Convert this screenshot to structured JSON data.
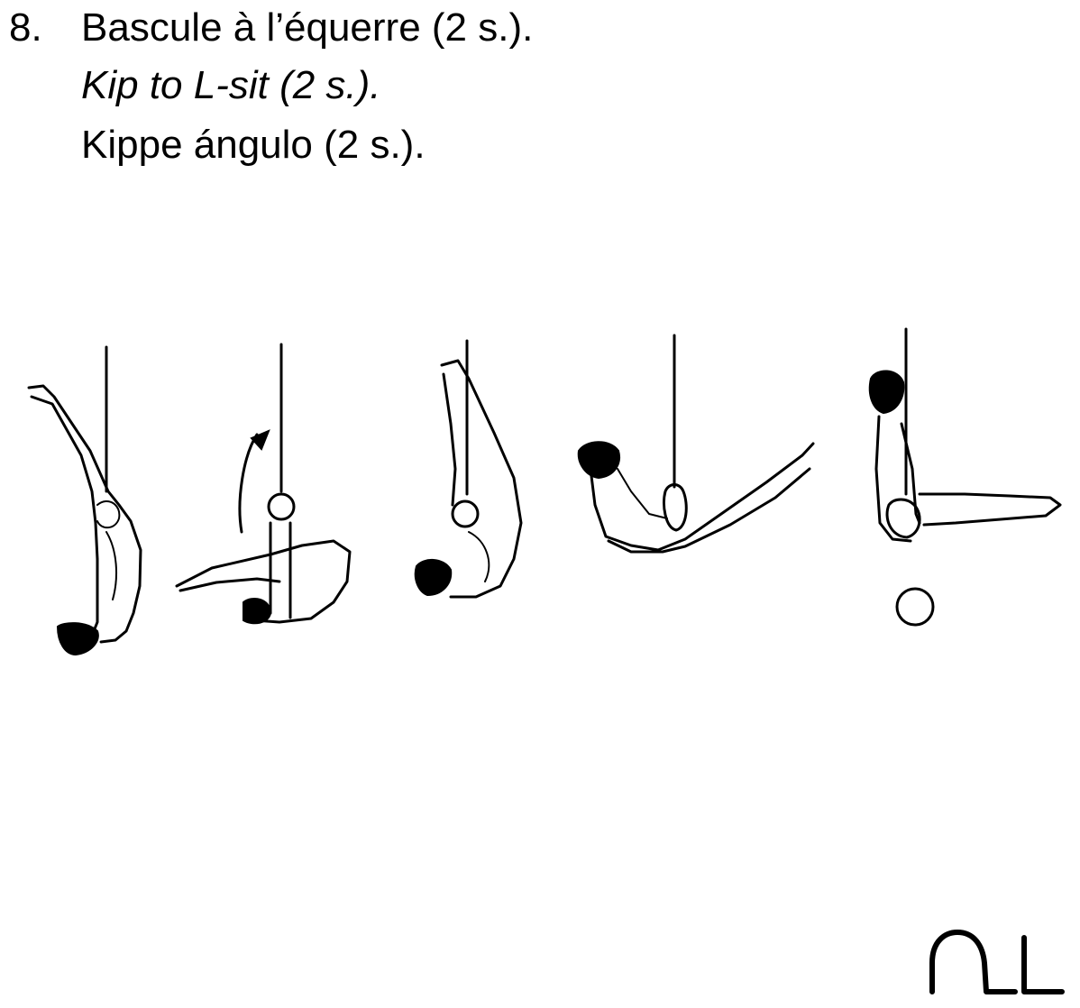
{
  "element": {
    "number": "8.",
    "name_fr": "Bascule à l’équerre (2 s.).",
    "name_en": "Kip to L-sit (2 s.).",
    "name_es": "Kippe ángulo (2 s.)."
  },
  "figure": {
    "apparatus": "rings",
    "phase_count": 5,
    "icons": [
      "gymnast-inverted-pike-icon",
      "gymnast-kip-icon",
      "gymnast-pike-swing-icon",
      "gymnast-l-sit-icon",
      "gymnast-support-l-sit-icon",
      "hold-circle-icon",
      "l-sit-symbol-icon"
    ]
  }
}
